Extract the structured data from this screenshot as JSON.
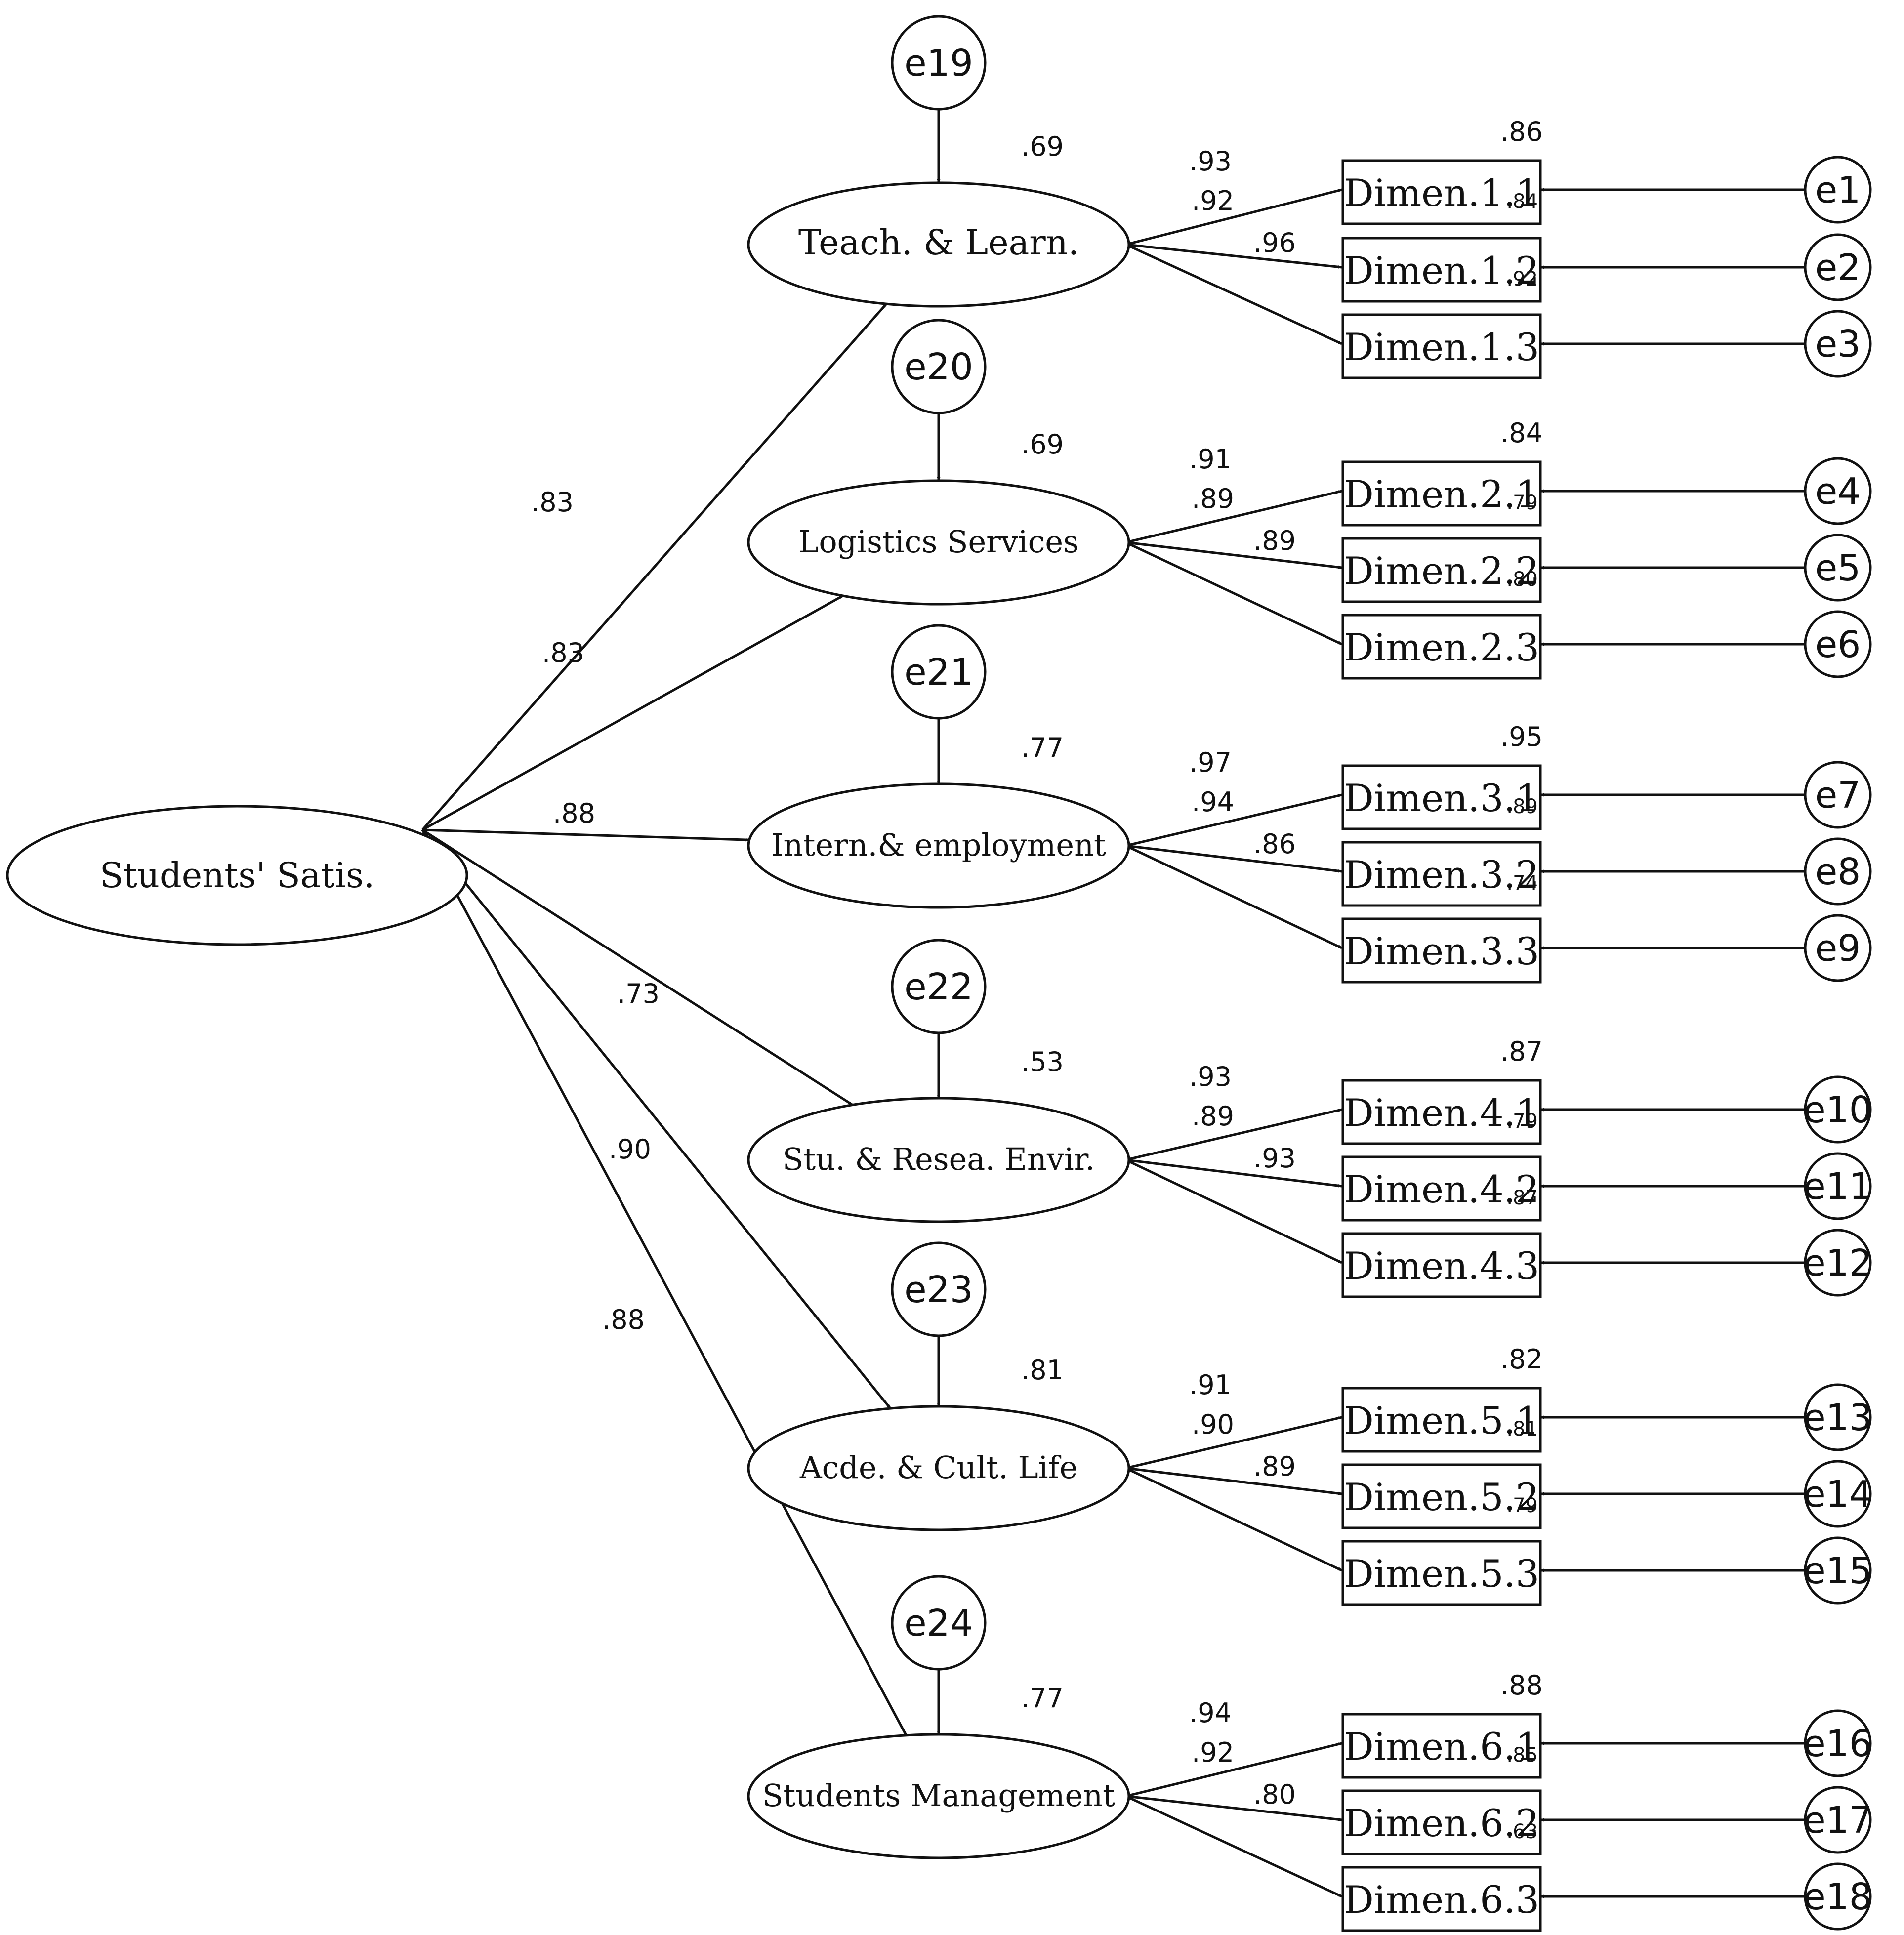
{
  "root": {
    "label": "Students' Satis."
  },
  "factors": [
    {
      "label": "Teach. & Learn.",
      "r2": ".69",
      "loading": ".83",
      "error": "e19",
      "indicators": [
        {
          "label": "Dimen.1.1",
          "loading": ".93",
          "r2": ".86",
          "error": "e1"
        },
        {
          "label": "Dimen.1.2",
          "loading": ".92",
          "r2": ".84",
          "error": "e2"
        },
        {
          "label": "Dimen.1.3",
          "loading": ".96",
          "r2": ".92",
          "error": "e3"
        }
      ]
    },
    {
      "label": "Logistics Services",
      "r2": ".69",
      "loading": ".83",
      "error": "e20",
      "indicators": [
        {
          "label": "Dimen.2.1",
          "loading": ".91",
          "r2": ".84",
          "error": "e4"
        },
        {
          "label": "Dimen.2.2",
          "loading": ".89",
          "r2": ".79",
          "error": "e5"
        },
        {
          "label": "Dimen.2.3",
          "loading": ".89",
          "r2": ".80",
          "error": "e6"
        }
      ]
    },
    {
      "label": "Intern.& employment",
      "r2": ".77",
      "loading": ".88",
      "error": "e21",
      "indicators": [
        {
          "label": "Dimen.3.1",
          "loading": ".97",
          "r2": ".95",
          "error": "e7"
        },
        {
          "label": "Dimen.3.2",
          "loading": ".94",
          "r2": ".89",
          "error": "e8"
        },
        {
          "label": "Dimen.3.3",
          "loading": ".86",
          "r2": ".74",
          "error": "e9"
        }
      ]
    },
    {
      "label": "Stu. & Resea. Envir.",
      "r2": ".53",
      "loading": ".73",
      "error": "e22",
      "indicators": [
        {
          "label": "Dimen.4.1",
          "loading": ".93",
          "r2": ".87",
          "error": "e10"
        },
        {
          "label": "Dimen.4.2",
          "loading": ".89",
          "r2": ".79",
          "error": "e11"
        },
        {
          "label": "Dimen.4.3",
          "loading": ".93",
          "r2": ".87",
          "error": "e12"
        }
      ]
    },
    {
      "label": "Acde. & Cult. Life",
      "r2": ".81",
      "loading": ".90",
      "error": "e23",
      "indicators": [
        {
          "label": "Dimen.5.1",
          "loading": ".91",
          "r2": ".82",
          "error": "e13"
        },
        {
          "label": "Dimen.5.2",
          "loading": ".90",
          "r2": ".81",
          "error": "e14"
        },
        {
          "label": "Dimen.5.3",
          "loading": ".89",
          "r2": ".79",
          "error": "e15"
        }
      ]
    },
    {
      "label": "Students Management",
      "r2": ".77",
      "loading": ".88",
      "error": "e24",
      "indicators": [
        {
          "label": "Dimen.6.1",
          "loading": ".94",
          "r2": ".88",
          "error": "e16"
        },
        {
          "label": "Dimen.6.2",
          "loading": ".92",
          "r2": ".85",
          "error": "e17"
        },
        {
          "label": "Dimen.6.3",
          "loading": ".80",
          "r2": ".63",
          "error": "e18"
        }
      ]
    }
  ]
}
